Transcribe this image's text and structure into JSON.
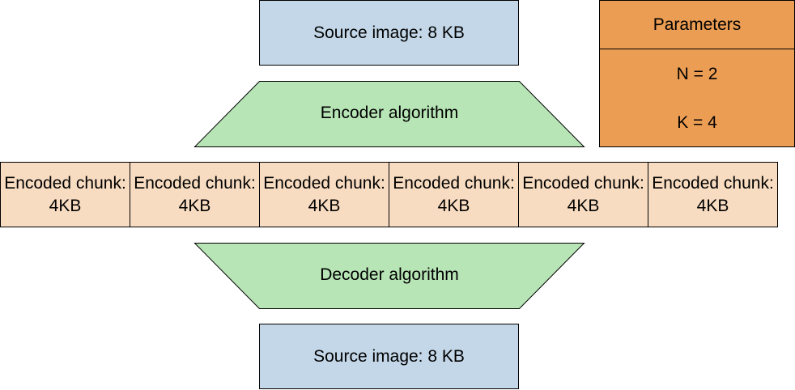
{
  "source_top": {
    "label": "Source image: 8 KB"
  },
  "parameters": {
    "title": "Parameters",
    "n": "N = 2",
    "k": "K = 4"
  },
  "encoder": {
    "label": "Encoder algorithm"
  },
  "chunks": [
    {
      "label": "Encoded chunk: 4KB"
    },
    {
      "label": "Encoded chunk: 4KB"
    },
    {
      "label": "Encoded chunk: 4KB"
    },
    {
      "label": "Encoded chunk: 4KB"
    },
    {
      "label": "Encoded chunk: 4KB"
    },
    {
      "label": "Encoded chunk: 4KB"
    }
  ],
  "decoder": {
    "label": "Decoder algorithm"
  },
  "source_bottom": {
    "label": "Source image: 8 KB"
  },
  "colors": {
    "source_fill": "#c3d7e8",
    "parameters_fill": "#eb9d53",
    "algorithm_fill": "#b7e5b6",
    "chunk_fill": "#f8dcc1",
    "stroke": "#000000"
  }
}
